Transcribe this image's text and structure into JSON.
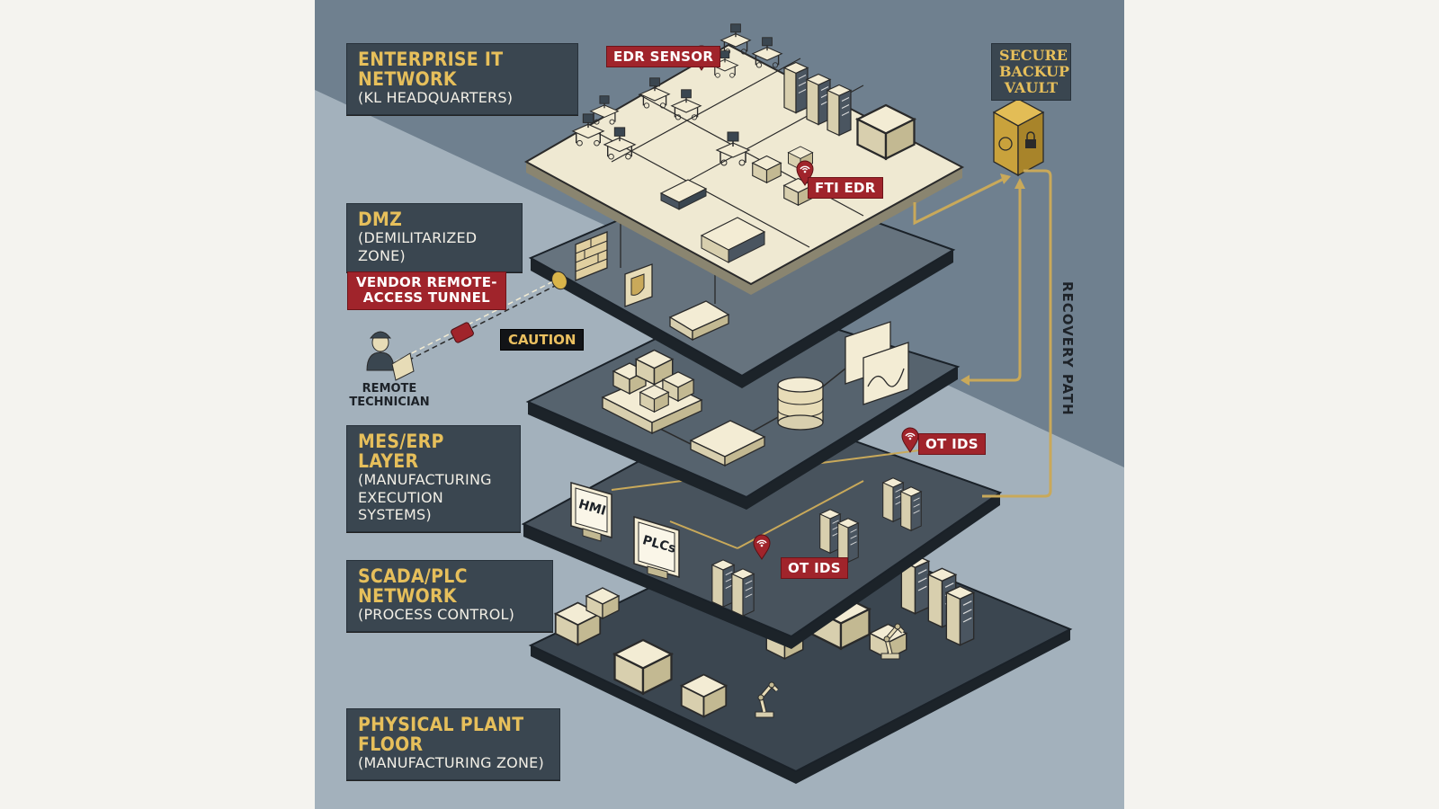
{
  "zones": {
    "enterprise": {
      "title": "ENTERPRISE IT NETWORK",
      "subtitle": "(KL HEADQUARTERS)"
    },
    "dmz": {
      "title": "DMZ",
      "subtitle": "(DEMILITARIZED ZONE)"
    },
    "mes": {
      "title": "MES/ERP LAYER",
      "subtitle_line1": "(MANUFACTURING",
      "subtitle_line2": "EXECUTION SYSTEMS)"
    },
    "scada": {
      "title": "SCADA/PLC NETWORK",
      "subtitle": "(PROCESS CONTROL)"
    },
    "plant": {
      "title": "PHYSICAL PLANT FLOOR",
      "subtitle": "(MANUFACTURING ZONE)"
    }
  },
  "tags": {
    "edr_sensor": "EDR SENSOR",
    "fti_edr": "FTI EDR",
    "vendor_line1": "VENDOR REMOTE-",
    "vendor_line2": "ACCESS TUNNEL",
    "caution": "CAUTION",
    "ot_ids_upper": "OT IDS",
    "ot_ids_lower": "OT IDS"
  },
  "vault": {
    "line1": "SECURE",
    "line2": "BACKUP",
    "line3": "VAULT"
  },
  "recovery_path": "RECOVERY PATH",
  "technician": {
    "line1": "REMOTE",
    "line2": "TECHNICIAN"
  },
  "devices": {
    "hmi": "HMI",
    "plcs": "PLCs"
  },
  "colors": {
    "bg_dark": "#6e7f8e",
    "bg_light": "#a7b4bf",
    "label_bg": "#3a4650",
    "label_title": "#e6bf5b",
    "tag_red": "#a0242b",
    "cream": "#efe9d2",
    "gold_line": "#c9a95a"
  }
}
